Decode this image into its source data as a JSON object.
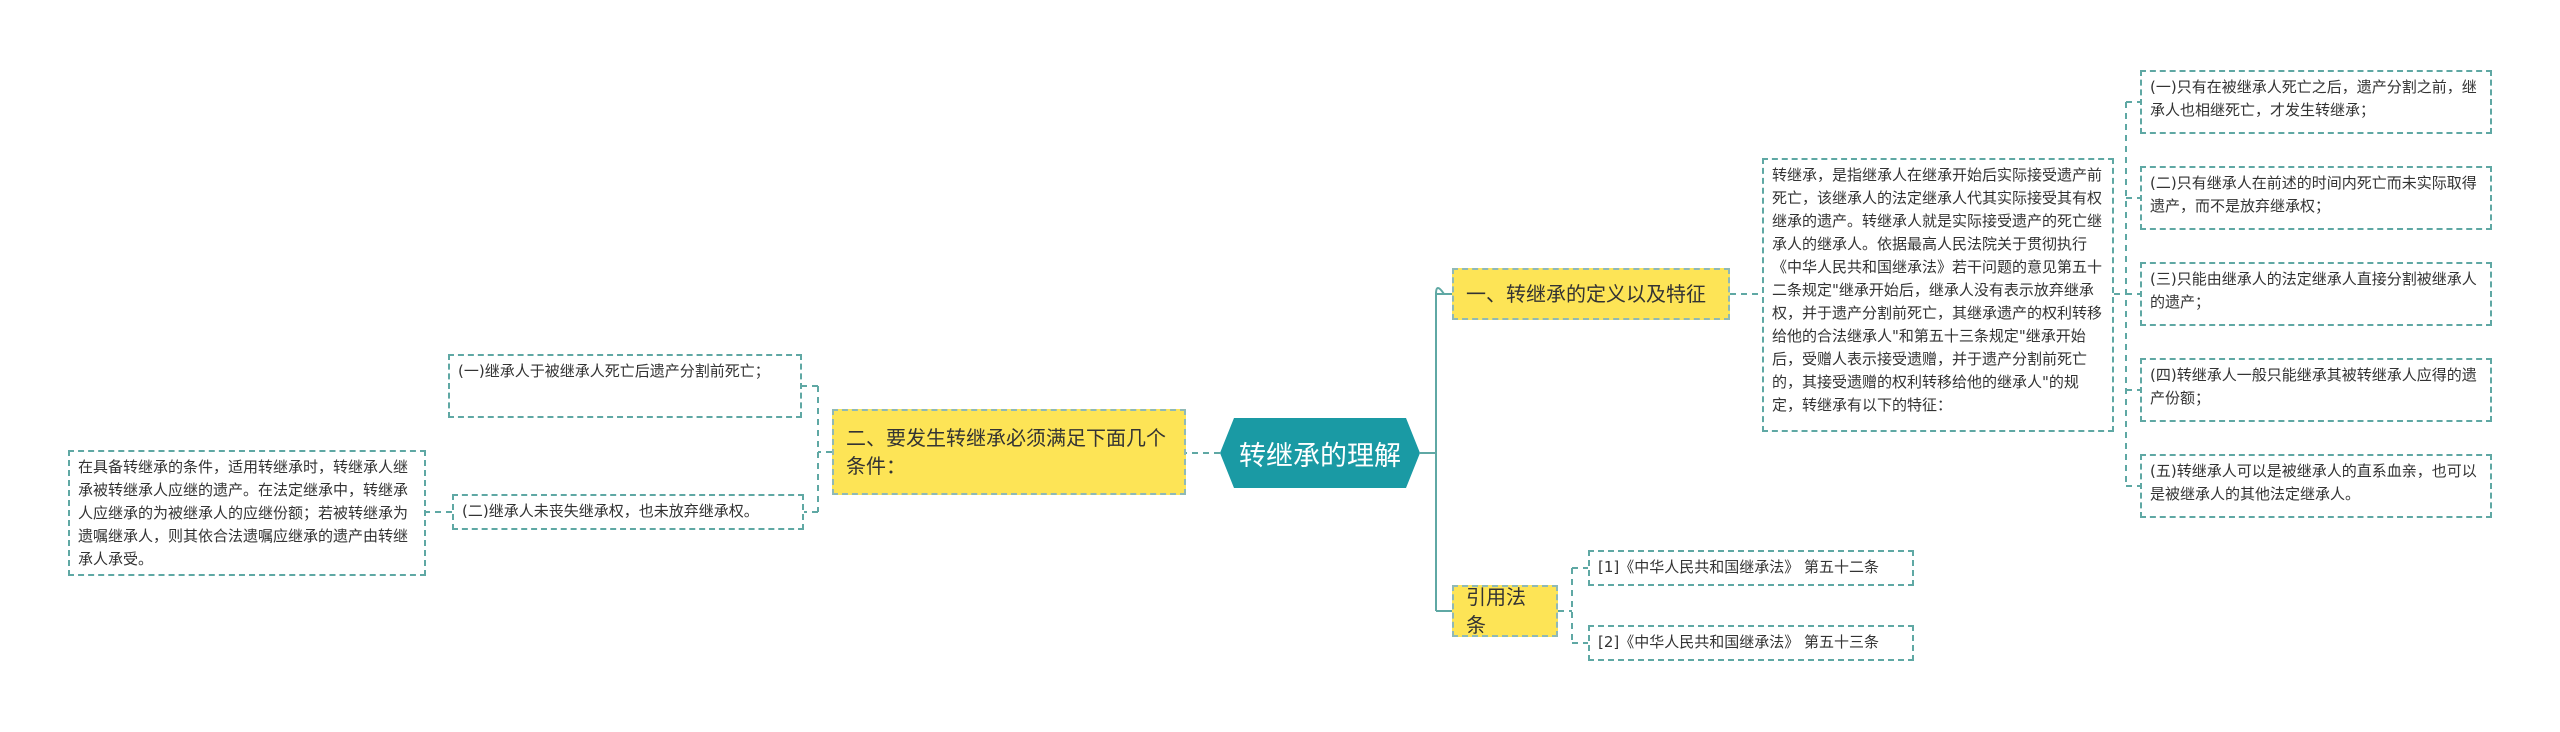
{
  "colors": {
    "root_bg": "#1a9aa4",
    "branch_bg": "#fde456",
    "connector": "#5fa8a4",
    "text": "#333333"
  },
  "root": {
    "label": "转继承的理解"
  },
  "branch_definition": {
    "label": "一、转继承的定义以及特征",
    "description": "转继承，是指继承人在继承开始后实际接受遗产前死亡，该继承人的法定继承人代其实际接受其有权继承的遗产。转继承人就是实际接受遗产的死亡继承人的继承人。依据最高人民法院关于贯彻执行《中华人民共和国继承法》若干问题的意见第五十二条规定\"继承开始后，继承人没有表示放弃继承权，并于遗产分割前死亡，其继承遗产的权利转移给他的合法继承人\"和第五十三条规定\"继承开始后，受赠人表示接受遗赠，并于遗产分割前死亡的，其接受遗赠的权利转移给他的继承人\"的规定，转继承有以下的特征：",
    "features": [
      "(一)只有在被继承人死亡之后，遗产分割之前，继承人也相继死亡，才发生转继承；",
      "(二)只有继承人在前述的时间内死亡而未实际取得遗产，而不是放弃继承权；",
      "(三)只能由继承人的法定继承人直接分割被继承人的遗产；",
      "(四)转继承人一般只能继承其被转继承人应得的遗产份额；",
      "(五)转继承人可以是被继承人的直系血亲，也可以是被继承人的其他法定继承人。"
    ]
  },
  "branch_conditions": {
    "label": "二、要发生转继承必须满足下面几个条件：",
    "items": [
      "(一)继承人于被继承人死亡后遗产分割前死亡；",
      "(二)继承人未丧失继承权，也未放弃继承权。"
    ],
    "detail": "在具备转继承的条件，适用转继承时，转继承人继承被转继承人应继的遗产。在法定继承中，转继承人应继承的为被继承人的应继份额；若被转继承为遗嘱继承人，则其依合法遗嘱应继承的遗产由转继承人承受。"
  },
  "branch_references": {
    "label": "引用法条",
    "items": [
      "[1]《中华人民共和国继承法》 第五十二条",
      "[2]《中华人民共和国继承法》 第五十三条"
    ]
  }
}
